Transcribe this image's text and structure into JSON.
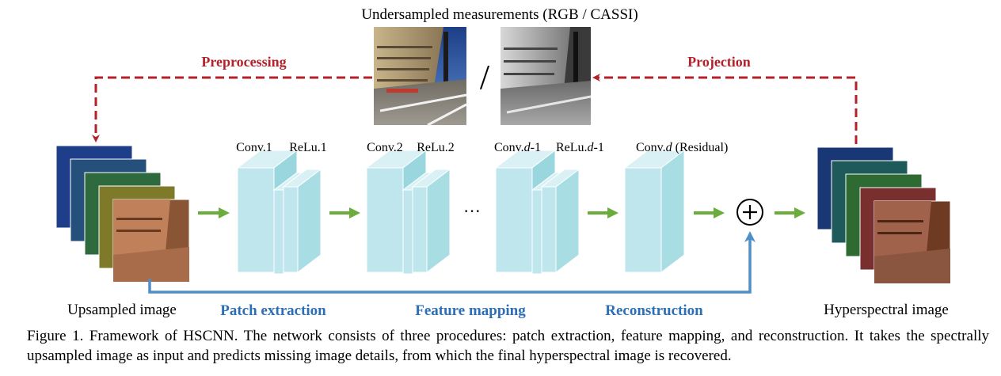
{
  "title": "Undersampled measurements (RGB / CASSI)",
  "separator": "/",
  "arrows": {
    "preprocessing": "Preprocessing",
    "projection": "Projection"
  },
  "layers": [
    {
      "conv": "Conv.1",
      "relu": "ReLu.1"
    },
    {
      "conv": "Conv.2",
      "relu": "ReLu.2"
    },
    {
      "conv_prefix": "Conv.",
      "conv_var": "d",
      "conv_suffix": "-1",
      "relu_prefix": "ReLu.",
      "relu_var": "d",
      "relu_suffix": "-1"
    },
    {
      "conv_prefix": "Conv.",
      "conv_var": "d",
      "conv_suffix": " (Residual)"
    }
  ],
  "ellipsis": "···",
  "plus_symbol": "+",
  "labels": {
    "input": "Upsampled image",
    "output": "Hyperspectral image",
    "patch": "Patch extraction",
    "feature": "Feature mapping",
    "recon": "Reconstruction"
  },
  "caption": "Figure 1. Framework of HSCNN. The network consists of three procedures: patch extraction, feature mapping, and reconstruction. It takes the spectrally upsampled image as input and predicts missing image details, from which the final hyperspectral image is recovered.",
  "colors": {
    "red_dashed": "#b3222b",
    "green_arrow": "#6aad3c",
    "blue_line": "#4f8fc9",
    "stage_label": "#2c6fb6",
    "layer_fill": "#bfe6ec",
    "layer_dark": "#8fd3dc"
  }
}
